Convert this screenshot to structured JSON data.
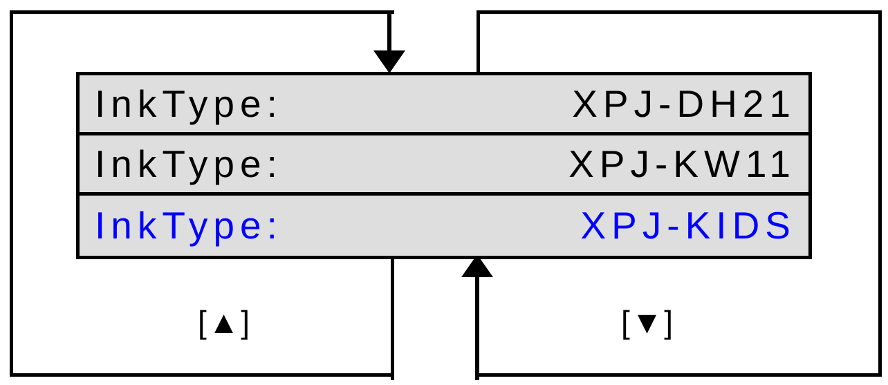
{
  "screen": {
    "background_color": "#FFFFFF",
    "line_color": "#000000",
    "row_background_color": "#DEDEDE",
    "selected_text_color": "#0000FF"
  },
  "menu": {
    "rows": [
      {
        "label": "InkType:",
        "value": "XPJ-DH21",
        "selected": false
      },
      {
        "label": "InkType:",
        "value": "XPJ-KW11",
        "selected": false
      },
      {
        "label": "InkType:",
        "value": "XPJ-KIDS",
        "selected": true
      }
    ]
  },
  "keys": {
    "up": "[▲]",
    "down": "[▼]"
  },
  "flow": {
    "down_arrow": "arrow-down-to-list-top",
    "up_arrow": "arrow-up-to-list-bottom"
  }
}
